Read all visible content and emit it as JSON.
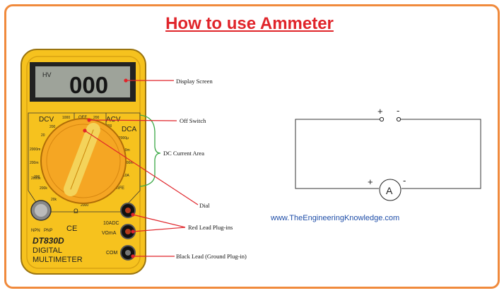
{
  "title": "How to use Ammeter",
  "website": "www.TheEngineeringKnowledge.com",
  "callouts": {
    "display_screen": "Display Screen",
    "off_switch": "Off Switch",
    "dc_current_area": "DC Current Area",
    "dial": "Dial",
    "red_lead": "Red Lead Plug-ins",
    "black_lead": "Black Lead (Ground Plug-in)"
  },
  "meter": {
    "display_hv": "HV",
    "display_digits": "000",
    "dcv": "DCV",
    "acv": "ACV",
    "dca": "DCA",
    "off": "OFF",
    "model": "DT830D",
    "brand_line1": "DIGITAL",
    "brand_line2": "MULTIMETER",
    "ce": "CE",
    "npn": "NPN",
    "pnp": "PNP",
    "jack_10adc": "10ADC",
    "jack_vma": "VΩmA",
    "jack_com": "COM",
    "ohm": "Ω",
    "hfe": "hFE",
    "dial_labels": [
      "1000",
      "200",
      "20",
      "2000m",
      "200m",
      "200",
      "2000k",
      "200k",
      "20k",
      "2000",
      "200",
      "750",
      "200",
      "2000μ",
      "20m",
      "200m",
      "10A"
    ]
  },
  "circuit": {
    "plus_top": "+",
    "minus_top": "-",
    "plus_meter": "+",
    "minus_meter": "-",
    "ammeter_symbol": "A"
  },
  "colors": {
    "title": "#e0242a",
    "frame": "#f08a3c",
    "meter_body": "#f6c21e",
    "dial": "#f5a623",
    "pointer_lines": "#e0242a",
    "bracket": "#3aa845",
    "website": "#1f4ea8"
  }
}
